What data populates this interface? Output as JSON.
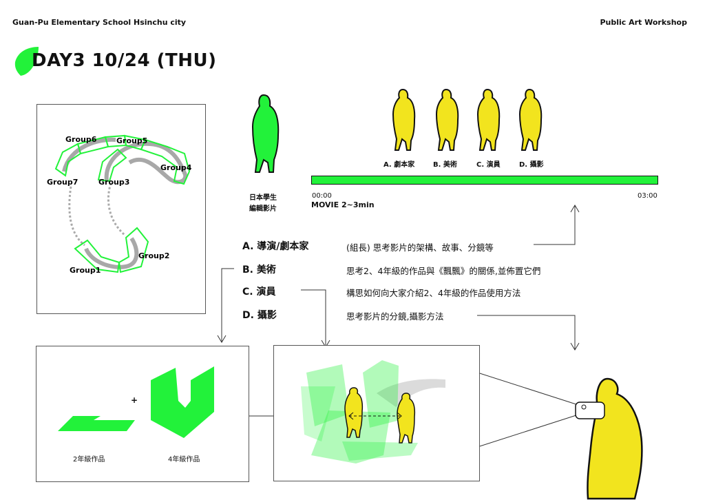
{
  "header": {
    "left": "Guan-Pu Elementary School Hsinchu city",
    "right": "Public Art Workshop"
  },
  "day_title": "DAY3 10/24 (THU)",
  "map": {
    "groups": [
      "Group1",
      "Group2",
      "Group3",
      "Group4",
      "Group5",
      "Group6",
      "Group7"
    ]
  },
  "student": {
    "label_line1": "日本學生",
    "label_line2": "編輯影片"
  },
  "figures": [
    {
      "label": "A. 劇本家"
    },
    {
      "label": "B. 美術"
    },
    {
      "label": "C. 演員"
    },
    {
      "label": "D. 攝影"
    }
  ],
  "timeline": {
    "start": "00:00",
    "end": "03:00",
    "caption": "MOVIE 2~3min"
  },
  "roles": [
    {
      "name": "A. 導演/劇本家",
      "desc": "(組長) 思考影片的架構、故事、分鏡等"
    },
    {
      "name": "B. 美術",
      "desc": "思考2、4年級的作品與《飄飄》的關係,並佈置它們"
    },
    {
      "name": "C. 演員",
      "desc": "構思如何向大家介紹2、4年級的作品使用方法"
    },
    {
      "name": "D. 攝影",
      "desc": "思考影片的分鏡,攝影方法"
    }
  ],
  "artworks": {
    "plus": "+",
    "grade2": "2年級作品",
    "grade4": "4年級作品"
  },
  "colors": {
    "green": "#22f23a",
    "yellow": "#f2e41e",
    "grey": "#a8a8a8"
  }
}
